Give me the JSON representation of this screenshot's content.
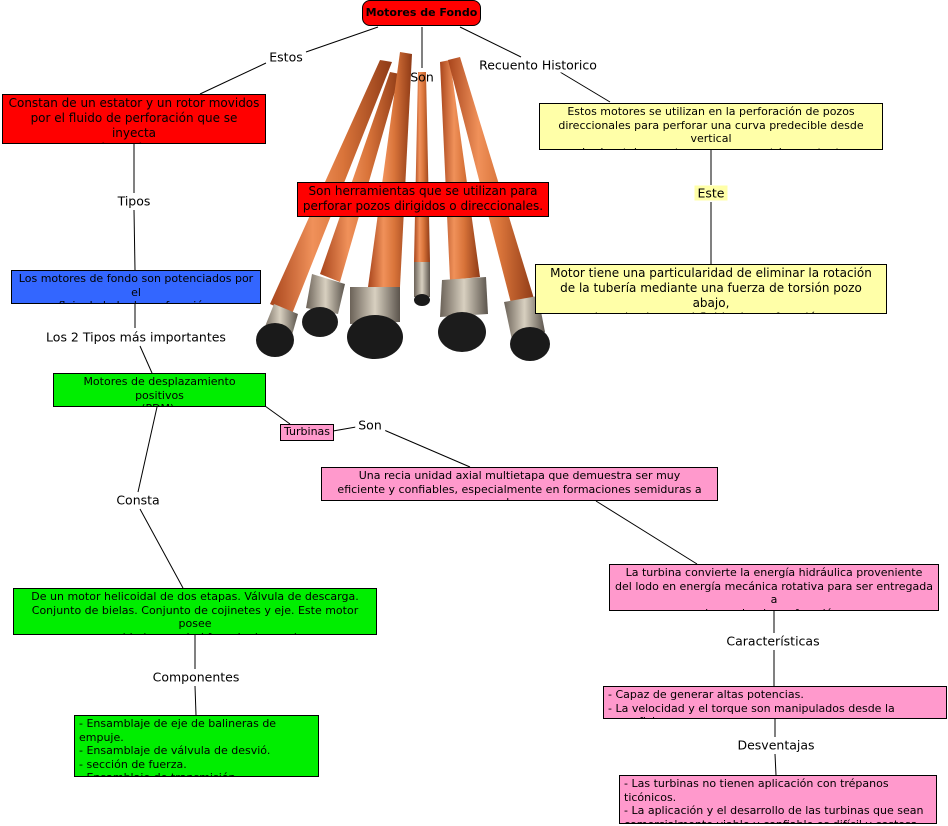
{
  "colors": {
    "red": "#ff0000",
    "yellow": "#ffffa8",
    "blue": "#3366ff",
    "green": "#00ee00",
    "pink": "#ff99cc",
    "pipe_orange": "#d9743a"
  },
  "image": {
    "subject": "drill-motors-photo"
  },
  "root": {
    "label": "Motores de Fondo"
  },
  "nodes": {
    "estator": "Constan de un estator y un rotor movidos\npor el fluido de perforación que se inyecta\nen boca de pozo.",
    "herramientas": "Son herramientas que se utilizan para\nperforar pozos dirigidos o direccionales.",
    "direccionales": "Estos motores se utilizan en la perforación de pozos\ndireccionales para perforar una curva predecible desde vertical\na horizontal y mantener una geometria constante.",
    "particularidad": "Motor tiene una particularidad de eliminar la rotación\nde la tubería mediante una fuerza de torsión pozo abajo,\nimpulsada por el fluido de perforación.",
    "potenciados": "Los motores de fondo son potenciados por el\nflujo de lodo de perforación.",
    "pdm": "Motores de desplazamiento  positivos\n(PDM).",
    "turbinas": "Turbinas",
    "unidad_axial": "Una recia unidad axial multietapa que demuestra ser muy\neficiente y confiables, especialmente en formaciones semiduras a duras.",
    "motor_helicoidal": "De un motor helicoidal de dos etapas. Válvula de descarga.\nConjunto de bielas. Conjunto de cojinetes y eje. Este motor posee\nuna cavidad en espiral forrada de caucho.",
    "energia": "La turbina convierte la energía hidráulica proveniente\ndel lodo en energía mecánica rotativa para ser entregada a\nla mecha de perforación.",
    "ensamblajes": "- Ensamblaje de eje de balineras de empuje.\n- Ensamblaje de válvula de desvió.\n- sección de fuerza.\n- Ensamblaje de transmisión.",
    "caracteristicas": "- Capaz de generar altas potencias.\n- La velocidad y el torque son manipulados desde la superficie.",
    "desventajas": "- Las turbinas no tienen aplicación con trépanos ticónicos.\n- La aplicación y el desarrollo de las turbinas que sean\ncomercialmente viable y confiable es difícil y costosa."
  },
  "links": {
    "estos": "Estos",
    "son_top": "Son",
    "recuento": "Recuento Historico",
    "este": "Este",
    "tipos": "Tipos",
    "dos_tipos": "Los 2 Tipos más importantes",
    "son_turbinas": "Son",
    "consta": "Consta",
    "caracteristicas": "Características",
    "componentes": "Componentes",
    "desventajas": "Desventajas"
  }
}
